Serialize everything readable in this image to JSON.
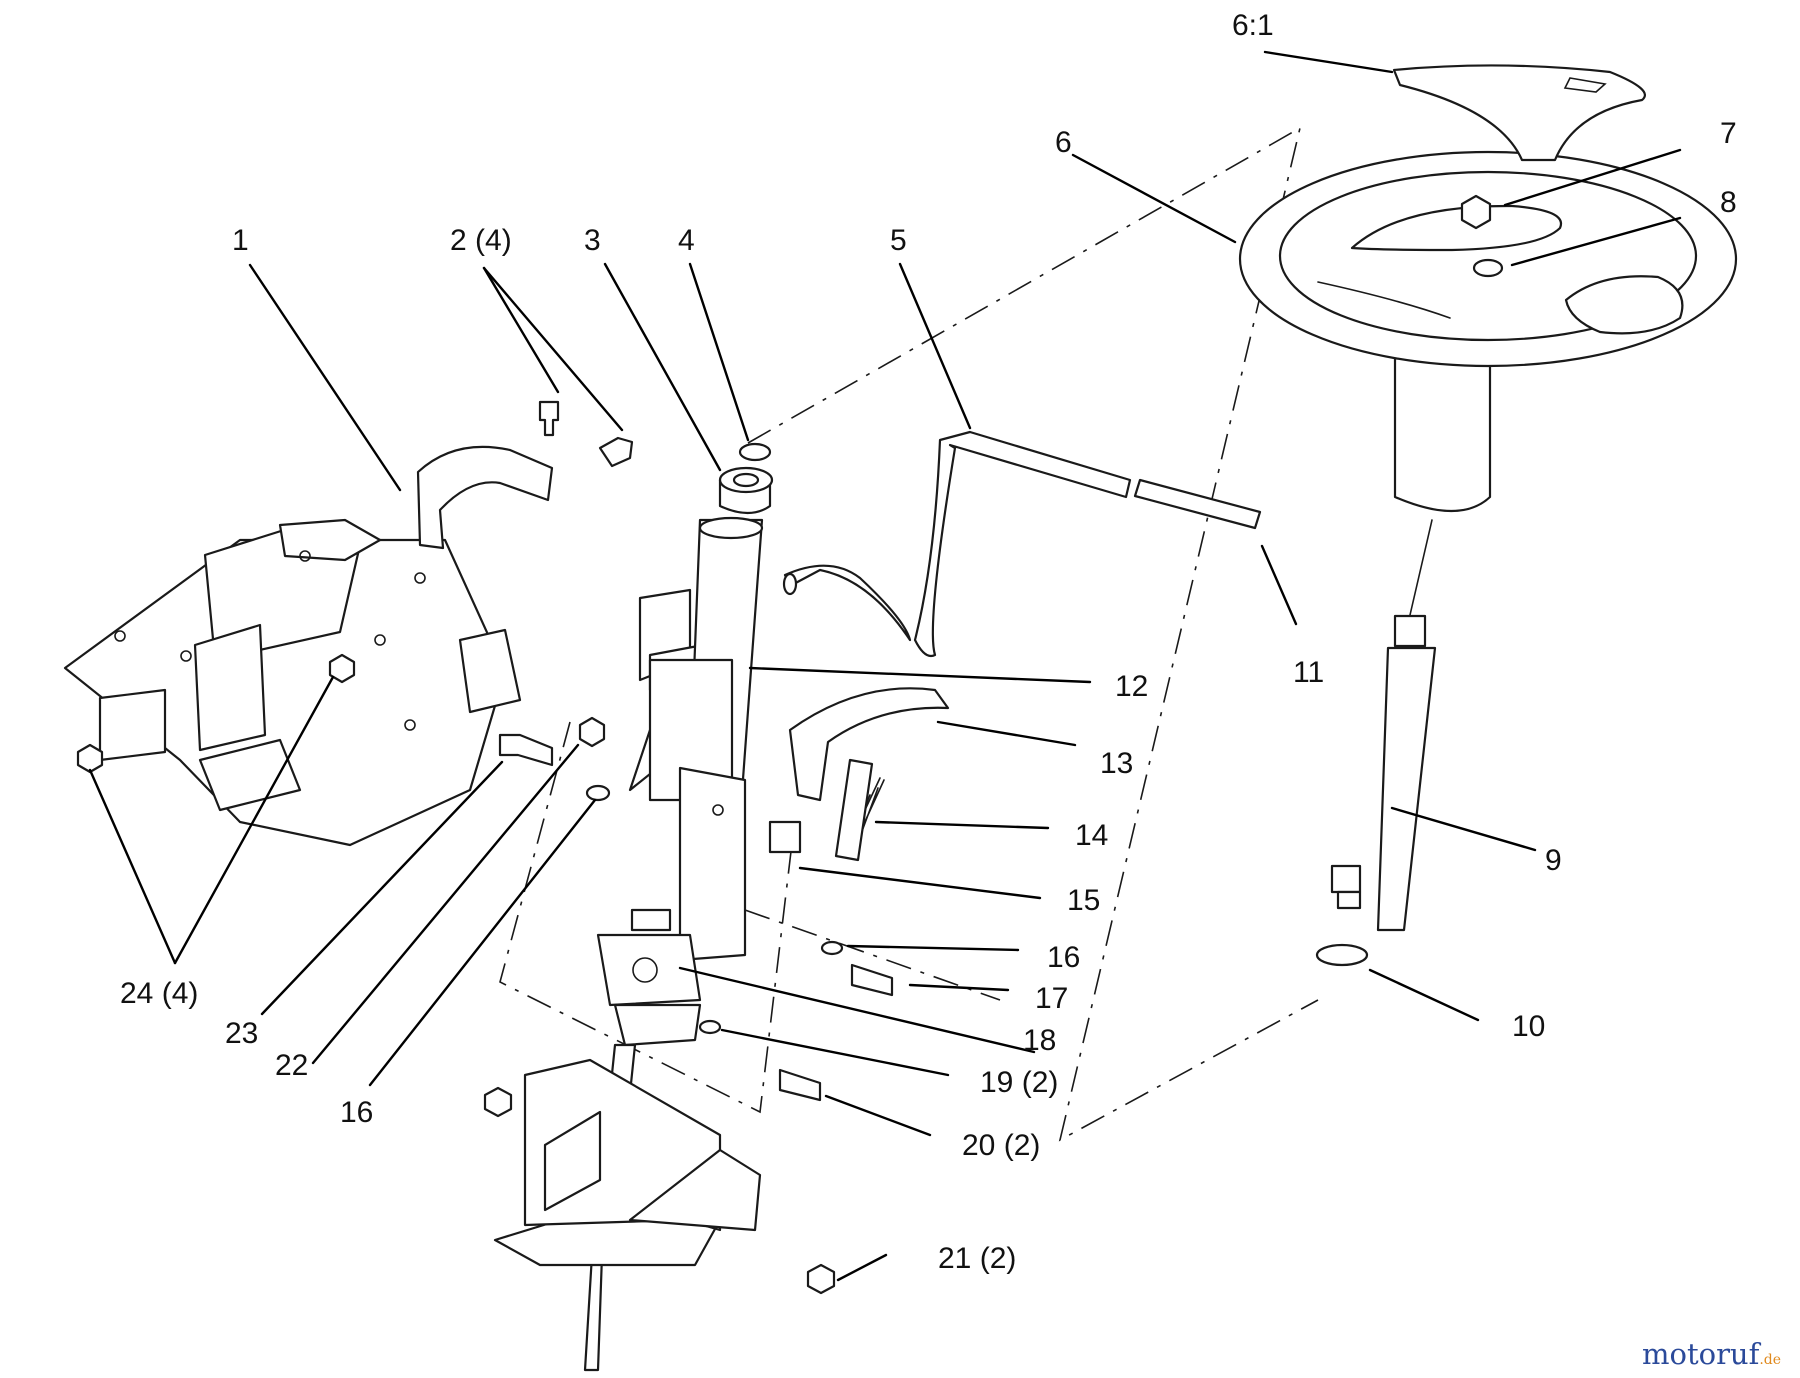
{
  "callouts": [
    {
      "id": "c6-1",
      "text": "6:1"
    },
    {
      "id": "c6",
      "text": "6"
    },
    {
      "id": "c7",
      "text": "7"
    },
    {
      "id": "c8",
      "text": "8"
    },
    {
      "id": "c1",
      "text": "1"
    },
    {
      "id": "c2",
      "text": "2 (4)"
    },
    {
      "id": "c3",
      "text": "3"
    },
    {
      "id": "c4",
      "text": "4"
    },
    {
      "id": "c5",
      "text": "5"
    },
    {
      "id": "c11",
      "text": "11"
    },
    {
      "id": "c12",
      "text": "12"
    },
    {
      "id": "c13",
      "text": "13"
    },
    {
      "id": "c14",
      "text": "14"
    },
    {
      "id": "c9",
      "text": "9"
    },
    {
      "id": "c15",
      "text": "15"
    },
    {
      "id": "c16a",
      "text": "16"
    },
    {
      "id": "c17",
      "text": "17"
    },
    {
      "id": "c18",
      "text": "18"
    },
    {
      "id": "c10",
      "text": "10"
    },
    {
      "id": "c19",
      "text": "19 (2)"
    },
    {
      "id": "c20",
      "text": "20 (2)"
    },
    {
      "id": "c21",
      "text": "21 (2)"
    },
    {
      "id": "c24",
      "text": "24 (4)"
    },
    {
      "id": "c23",
      "text": "23"
    },
    {
      "id": "c22",
      "text": "22"
    },
    {
      "id": "c16b",
      "text": "16"
    }
  ],
  "watermark": {
    "brand": "motoruf",
    "suffix": ".de"
  },
  "colors": {
    "ink": "#1a1a1a",
    "watermark_blue": "#2b4a9a",
    "watermark_orange": "#e08a1e"
  }
}
